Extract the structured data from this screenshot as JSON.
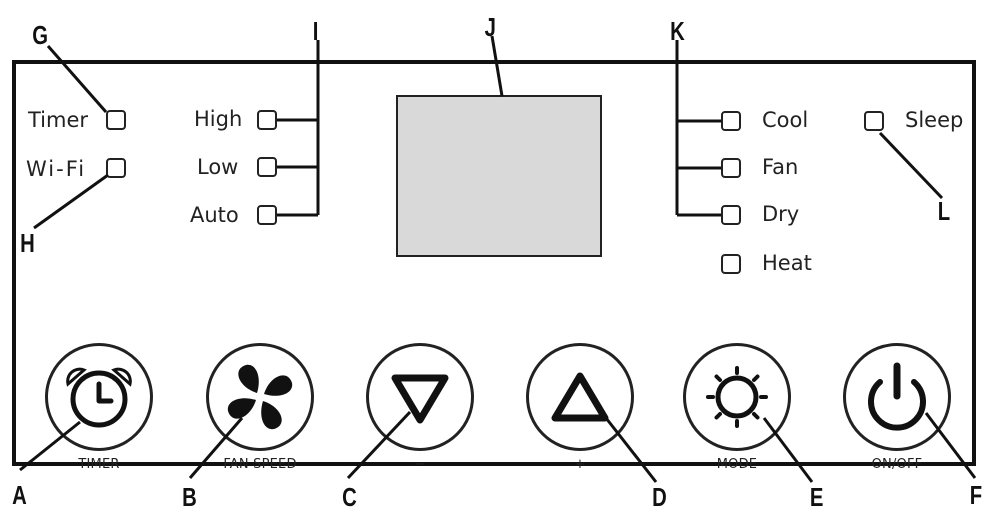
{
  "callouts": {
    "A": "A",
    "B": "B",
    "C": "C",
    "D": "D",
    "E": "E",
    "F": "F",
    "G": "G",
    "H": "H",
    "I": "I",
    "J": "J",
    "K": "K",
    "L": "L"
  },
  "indicators": {
    "timer": "Timer",
    "wifi": "Wi-Fi",
    "high": "High",
    "low": "Low",
    "auto": "Auto",
    "cool": "Cool",
    "fan": "Fan",
    "dry": "Dry",
    "heat": "Heat",
    "sleep": "Sleep"
  },
  "buttons": {
    "timer": {
      "label": "TIMER",
      "icon": "alarm-clock-icon"
    },
    "fan_speed": {
      "label": "FAN SPEED",
      "icon": "fan-icon"
    },
    "down": {
      "label": "−",
      "icon": "triangle-down-icon"
    },
    "up": {
      "label": "+",
      "icon": "triangle-up-icon"
    },
    "mode": {
      "label": "MODE",
      "icon": "sun-icon"
    },
    "power": {
      "label": "ON/OFF",
      "icon": "power-icon"
    }
  }
}
